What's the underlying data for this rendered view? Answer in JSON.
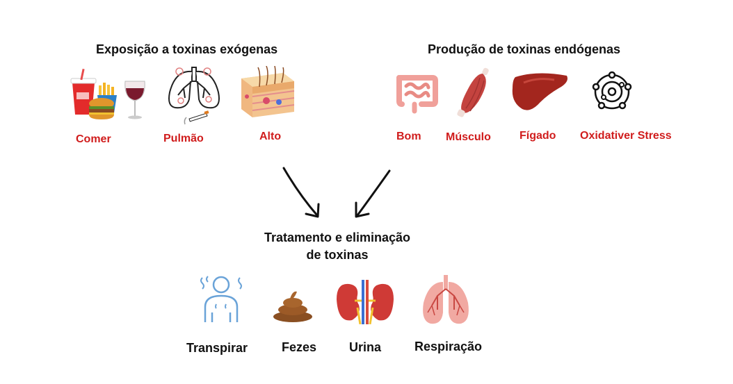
{
  "exogenous": {
    "title": "Exposição a toxinas exógenas",
    "items": [
      {
        "label": "Comer",
        "icon": "fast-food-icon"
      },
      {
        "label": "Pulmão",
        "icon": "smoker-lungs-icon"
      },
      {
        "label": "Alto",
        "icon": "skin-layers-icon"
      }
    ]
  },
  "endogenous": {
    "title": "Produção de toxinas endógenas",
    "items": [
      {
        "label": "Bom",
        "icon": "intestine-icon"
      },
      {
        "label": "Músculo",
        "icon": "muscle-icon"
      },
      {
        "label": "Fígado",
        "icon": "liver-icon"
      },
      {
        "label": "Oxidativer Stress",
        "icon": "oxidative-stress-icon"
      }
    ]
  },
  "center": {
    "line1": "Tratamento e eliminação",
    "line2": "de toxinas"
  },
  "elimination": {
    "items": [
      {
        "label": "Transpirar",
        "icon": "sweating-person-icon"
      },
      {
        "label": "Fezes",
        "icon": "feces-icon"
      },
      {
        "label": "Urina",
        "icon": "kidneys-icon"
      },
      {
        "label": "Respiração",
        "icon": "lungs-icon"
      }
    ]
  },
  "colors": {
    "label_red": "#d01c1c",
    "text": "#111111"
  }
}
